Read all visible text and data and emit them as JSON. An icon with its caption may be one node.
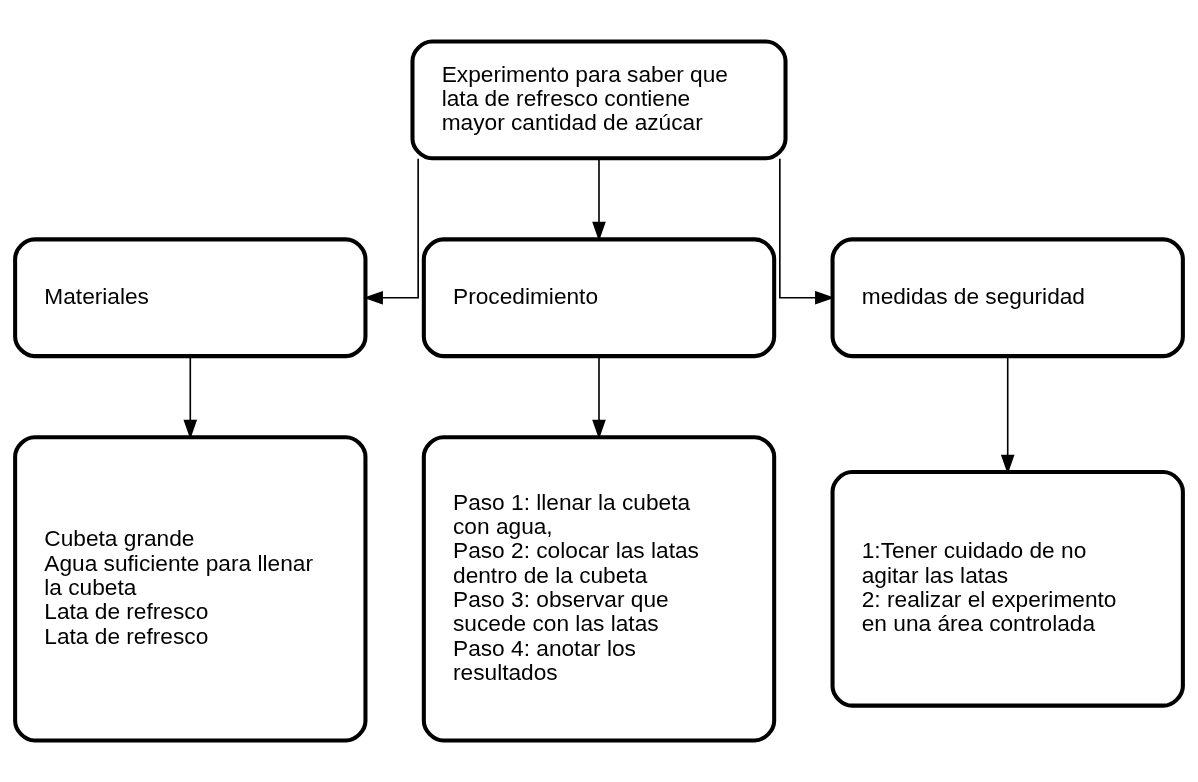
{
  "diagram": {
    "nodes": [
      {
        "text": [
          "Experimento para saber que lata de refresco contiene mayor cantidad de azúcar"
        ]
      },
      {
        "text": [
          "Materiales"
        ]
      },
      {
        "text": [
          "Procedimiento"
        ]
      },
      {
        "text": [
          "medidas de seguridad"
        ]
      },
      {
        "text": [
          "Cubeta grande",
          "Agua suficiente para llenar la cubeta",
          "Lata de refresco",
          "Lata de refresco"
        ]
      },
      {
        "text": [
          "Paso 1: llenar la cubeta con agua,",
          "Paso 2: colocar las latas dentro de la cubeta",
          "Paso 3: observar que sucede con las latas",
          "Paso 4: anotar los resultados"
        ]
      },
      {
        "text": [
          "1:Tener cuidado de no agitar las latas",
          "2: realizar el experimento en una área controlada"
        ]
      }
    ],
    "edges": [
      {
        "from": 0,
        "to": 1,
        "arrow": "to"
      },
      {
        "from": 0,
        "to": 2,
        "arrow": "to"
      },
      {
        "from": 0,
        "to": 3,
        "arrow": "to"
      },
      {
        "from": 1,
        "to": 4,
        "arrow": "to"
      },
      {
        "from": 2,
        "to": 5,
        "arrow": "to"
      },
      {
        "from": 3,
        "to": 6,
        "arrow": "to"
      }
    ]
  }
}
